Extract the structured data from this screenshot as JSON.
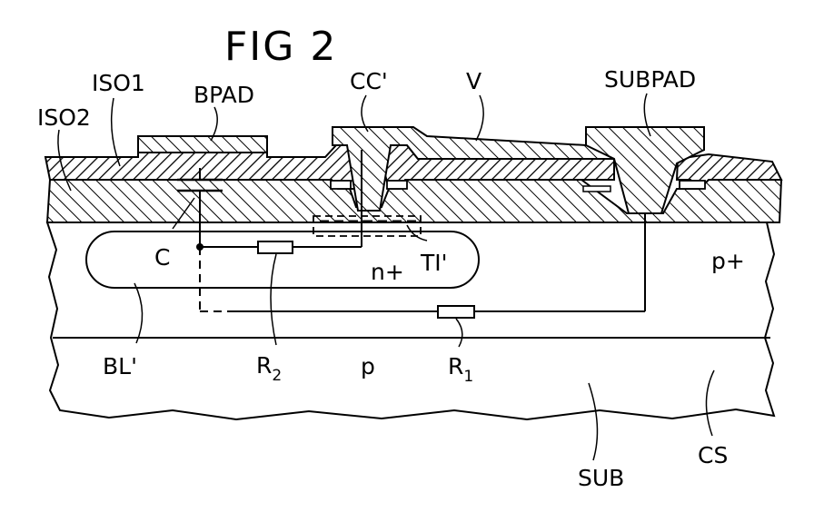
{
  "figure": {
    "title": "FIG 2",
    "labels": {
      "iso1": "ISO1",
      "iso2": "ISO2",
      "bpad": "BPAD",
      "cc": "CC'",
      "v": "V",
      "subpad": "SUBPAD",
      "c": "C",
      "n_plus": "n+",
      "ti": "TI'",
      "p_plus": "p+",
      "bl": "BL'",
      "r2_base": "R",
      "r2_sub": "2",
      "p": "p",
      "r1_base": "R",
      "r1_sub": "1",
      "sub": "SUB",
      "cs": "CS"
    }
  }
}
